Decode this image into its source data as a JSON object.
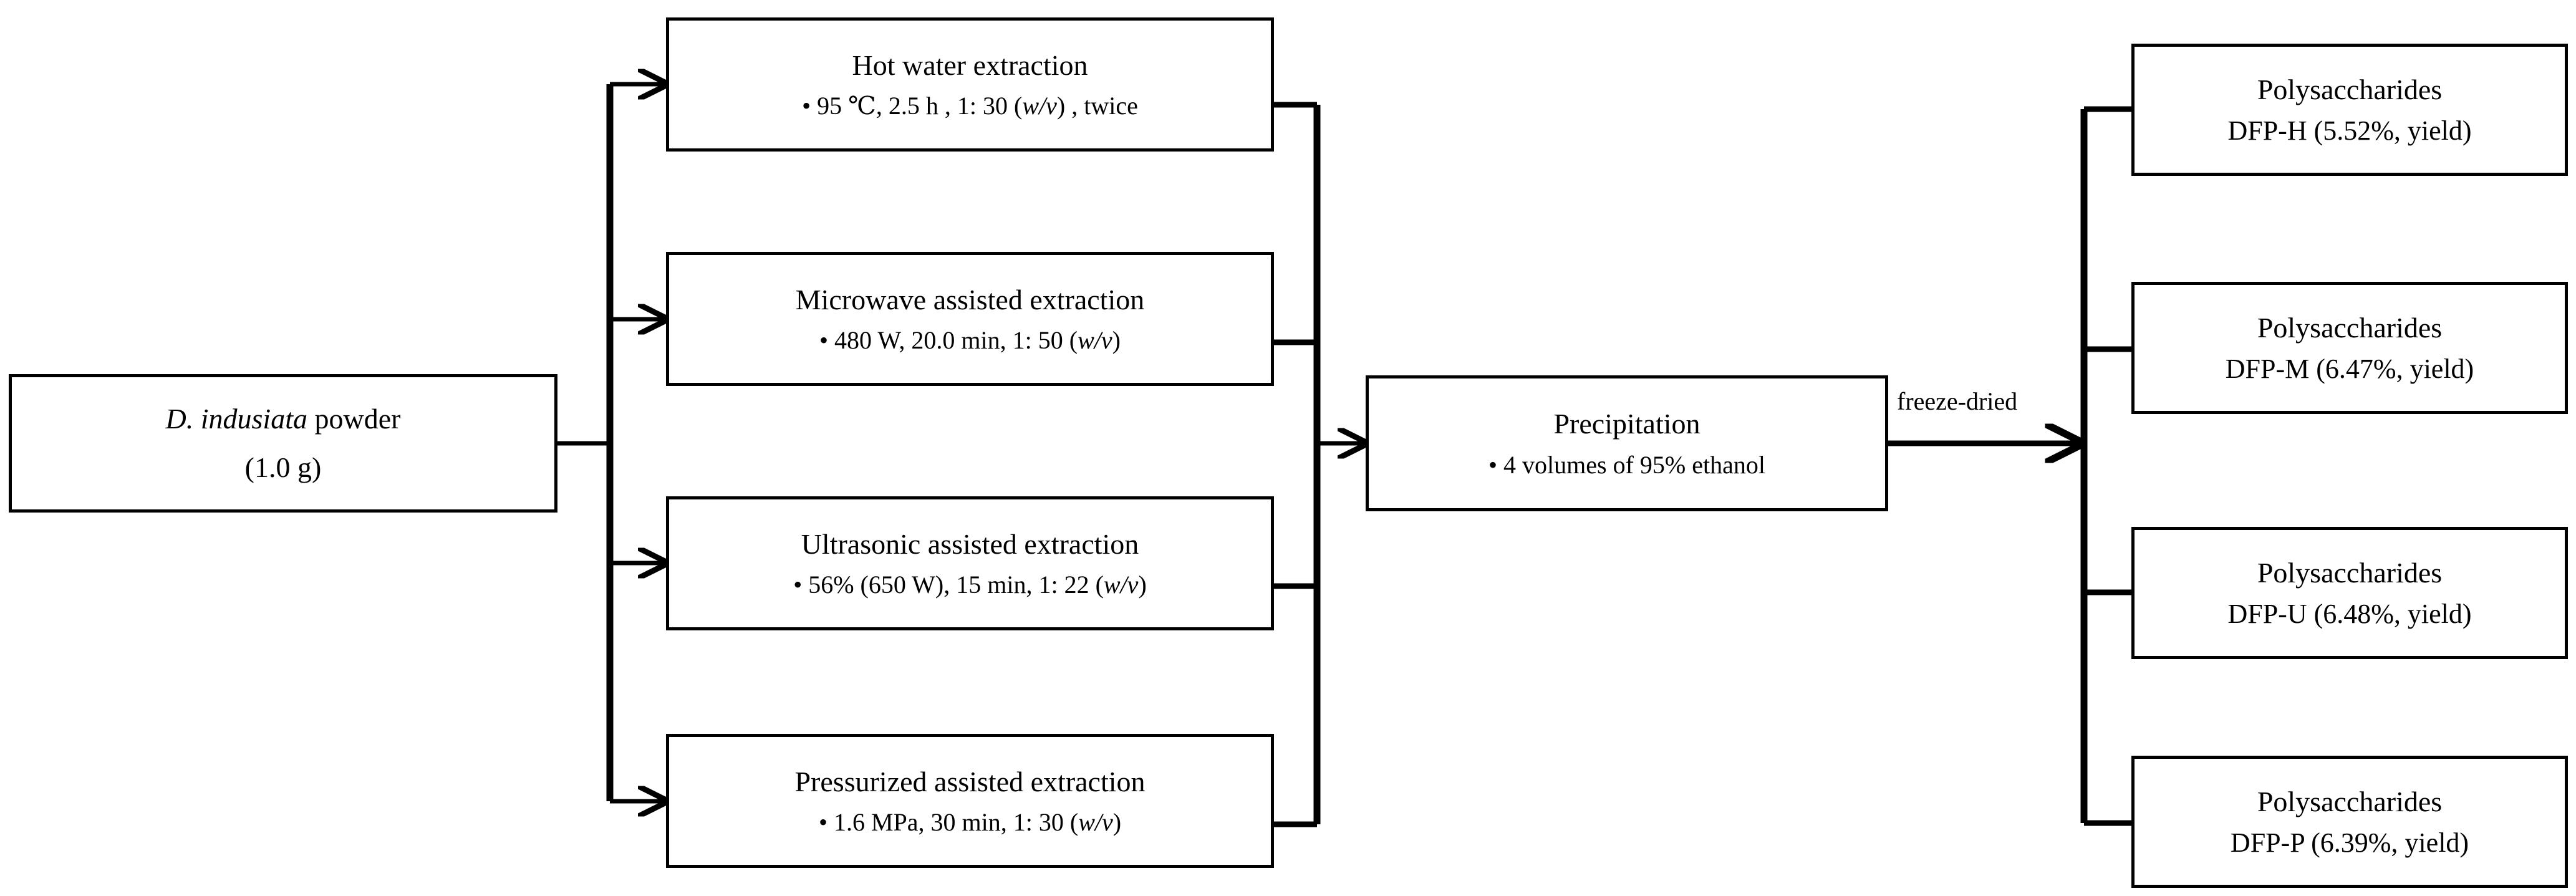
{
  "diagram": {
    "type": "process-flowchart",
    "orientation": "left-to-right",
    "background_color": "#ffffff",
    "line_color": "#000000",
    "text_color": "#000000"
  },
  "source": {
    "name": "D. indusiata powder",
    "species_italic": "D. indusiata",
    "species_suffix": " powder",
    "amount": "(1.0 g)"
  },
  "extractions": [
    {
      "id": "hot-water",
      "title": "Hot water extraction",
      "detail_pre": "95 ℃, 2.5 h , 1: 30 (",
      "detail_italic": "w/v",
      "detail_post": ") , twice",
      "detail_plain": "95 ℃, 2.5 h , 1: 30 (w/v) , twice"
    },
    {
      "id": "microwave",
      "title": "Microwave assisted extraction",
      "detail_pre": "480 W, 20.0 min, 1: 50 (",
      "detail_italic": "w/v",
      "detail_post": ")",
      "detail_plain": "480 W, 20.0 min, 1: 50 (w/v)"
    },
    {
      "id": "ultrasonic",
      "title": "Ultrasonic assisted extraction",
      "detail_pre": "56% (650 W), 15 min, 1: 22 (",
      "detail_italic": "w/v",
      "detail_post": ")",
      "detail_plain": "56% (650 W), 15 min, 1: 22 (w/v)"
    },
    {
      "id": "pressurized",
      "title": "Pressurized assisted extraction",
      "detail_pre": "1.6 MPa, 30 min, 1: 30 (",
      "detail_italic": "w/v",
      "detail_post": ")",
      "detail_plain": "1.6 MPa, 30 min, 1: 30 (w/v)"
    }
  ],
  "precipitation": {
    "title": "Precipitation",
    "detail": "4 volumes of 95% ethanol"
  },
  "edge_labels": {
    "freeze_dried": "freeze-dried"
  },
  "products": [
    {
      "id": "dfp-h",
      "line1": "Polysaccharides",
      "line2": "DFP-H (5.52%, yield)",
      "code": "DFP-H",
      "yield": "5.52%"
    },
    {
      "id": "dfp-m",
      "line1": "Polysaccharides",
      "line2": "DFP-M (6.47%, yield)",
      "code": "DFP-M",
      "yield": "6.47%"
    },
    {
      "id": "dfp-u",
      "line1": "Polysaccharides",
      "line2": "DFP-U (6.48%, yield)",
      "code": "DFP-U",
      "yield": "6.48%"
    },
    {
      "id": "dfp-p",
      "line1": "Polysaccharides",
      "line2": "DFP-P (6.39%, yield)",
      "code": "DFP-P",
      "yield": "6.39%"
    }
  ]
}
